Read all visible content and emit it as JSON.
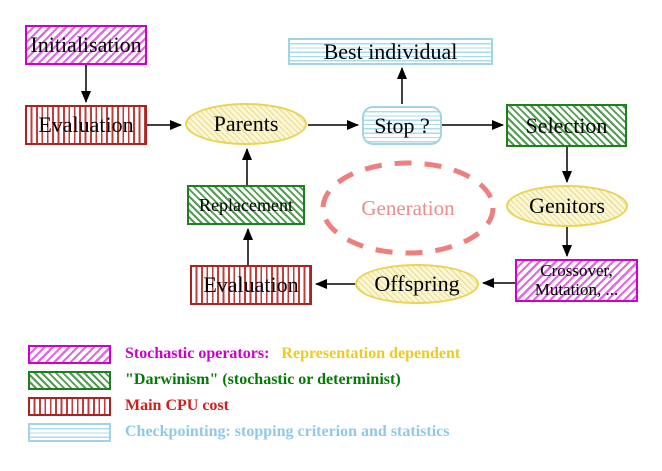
{
  "nodes": {
    "initialisation": {
      "label": "Initialisation"
    },
    "evaluation_top": {
      "label": "Evaluation"
    },
    "parents": {
      "label": "Parents"
    },
    "best_individual": {
      "label": "Best individual"
    },
    "stop": {
      "label": "Stop ?"
    },
    "selection": {
      "label": "Selection"
    },
    "replacement": {
      "label": "Replacement"
    },
    "generation": {
      "label": "Generation"
    },
    "genitors": {
      "label": "Genitors"
    },
    "evaluation_bottom": {
      "label": "Evaluation"
    },
    "offspring": {
      "label": "Offspring"
    },
    "crossover_mutation": {
      "line1": "Crossover,",
      "line2": "Mutation, ..."
    }
  },
  "edges": [
    {
      "from": "initialisation",
      "to": "evaluation_top"
    },
    {
      "from": "evaluation_top",
      "to": "parents"
    },
    {
      "from": "parents",
      "to": "stop"
    },
    {
      "from": "stop",
      "to": "best_individual"
    },
    {
      "from": "stop",
      "to": "selection"
    },
    {
      "from": "selection",
      "to": "genitors"
    },
    {
      "from": "genitors",
      "to": "crossover_mutation"
    },
    {
      "from": "crossover_mutation",
      "to": "offspring"
    },
    {
      "from": "offspring",
      "to": "evaluation_bottom"
    },
    {
      "from": "evaluation_bottom",
      "to": "replacement"
    },
    {
      "from": "replacement",
      "to": "parents"
    }
  ],
  "legend": {
    "items": [
      {
        "swatch": "magenta-diagonal-hatch",
        "label": "Stochastic operators:",
        "label2": "Representation dependent"
      },
      {
        "swatch": "green-diagonal-hatch",
        "label": "\"Darwinism\" (stochastic or determinist)"
      },
      {
        "swatch": "red-vertical-stripes",
        "label": "Main CPU cost"
      },
      {
        "swatch": "cyan-horizontal-stripes",
        "label": "Checkpointing: stopping criterion and statistics"
      }
    ]
  },
  "colors": {
    "magenta": "#cf00cf",
    "green": "#1f7f1f",
    "red": "#aa2222",
    "cyan": "#a2d4e6",
    "yellow": "#e9d455",
    "salmon": "#ee7f7f",
    "legend_magenta_text": "#cc00cc",
    "legend_gold_text": "#eecb1f",
    "legend_green_text": "#067a06",
    "legend_red_text": "#cc1f1f",
    "legend_blue_text": "#8fc9e9",
    "arrow": "#000000"
  }
}
